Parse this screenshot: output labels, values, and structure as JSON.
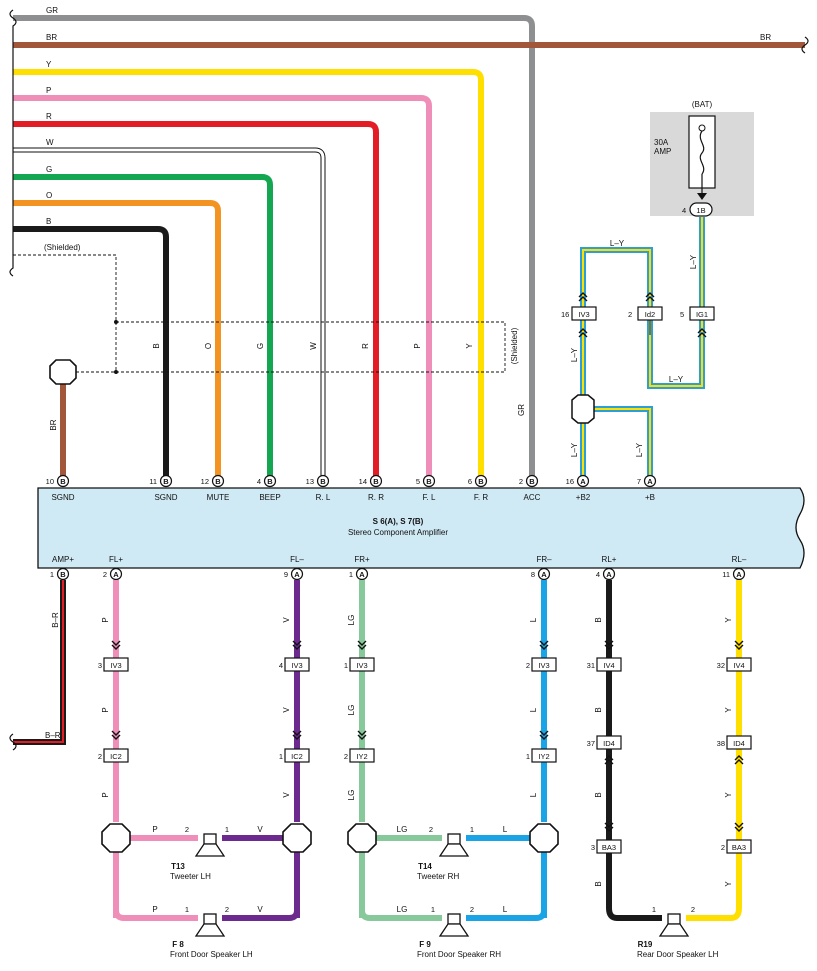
{
  "colors": {
    "GR": "#8e8f91",
    "BR": "#a2573b",
    "Y": "#ffdf00",
    "P": "#ef8eb8",
    "R": "#e31d25",
    "W": "#ffffff",
    "G": "#14a650",
    "O": "#f39322",
    "B": "#1a1a1a",
    "V": "#6d2a8e",
    "LG": "#88c99b",
    "L": "#1aa3e5",
    "LY": "#2b9fd8",
    "amp_fill": "#cfe9f5",
    "fuse_box": "#d9d9da"
  },
  "left_wires": [
    {
      "code": "GR",
      "label": "GR",
      "right_label": ""
    },
    {
      "code": "BR",
      "label": "BR",
      "right_label": "BR"
    },
    {
      "code": "Y",
      "label": "Y",
      "right_label": ""
    },
    {
      "code": "P",
      "label": "P",
      "right_label": ""
    },
    {
      "code": "R",
      "label": "R",
      "right_label": ""
    },
    {
      "code": "W",
      "label": "W",
      "right_label": ""
    },
    {
      "code": "G",
      "label": "G",
      "right_label": ""
    },
    {
      "code": "O",
      "label": "O",
      "right_label": ""
    },
    {
      "code": "B",
      "label": "B",
      "right_label": ""
    }
  ],
  "shielded_label": "(Shielded)",
  "shield_side_label": "(Shielded)",
  "vertical_wire_labels": [
    "BR",
    "B",
    "O",
    "G",
    "W",
    "R",
    "P",
    "Y",
    "GR"
  ],
  "amplifier": {
    "title": "S 6(A), S 7(B)",
    "subtitle": "Stereo Component Amplifier",
    "top_pins": [
      {
        "num": "10",
        "conn": "B",
        "name": "SGND"
      },
      {
        "num": "11",
        "conn": "B",
        "name": "SGND"
      },
      {
        "num": "12",
        "conn": "B",
        "name": "MUTE"
      },
      {
        "num": "4",
        "conn": "B",
        "name": "BEEP"
      },
      {
        "num": "13",
        "conn": "B",
        "name": "R. L"
      },
      {
        "num": "14",
        "conn": "B",
        "name": "R. R"
      },
      {
        "num": "5",
        "conn": "B",
        "name": "F. L"
      },
      {
        "num": "6",
        "conn": "B",
        "name": "F. R"
      },
      {
        "num": "2",
        "conn": "B",
        "name": "ACC"
      },
      {
        "num": "16",
        "conn": "A",
        "name": "+B2"
      },
      {
        "num": "7",
        "conn": "A",
        "name": "+B"
      }
    ],
    "bottom_pins": [
      {
        "num": "1",
        "conn": "B",
        "name": "AMP+"
      },
      {
        "num": "2",
        "conn": "A",
        "name": "FL+"
      },
      {
        "num": "9",
        "conn": "A",
        "name": "FL–"
      },
      {
        "num": "1",
        "conn": "A",
        "name": "FR+"
      },
      {
        "num": "8",
        "conn": "A",
        "name": "FR–"
      },
      {
        "num": "4",
        "conn": "A",
        "name": "RL+"
      },
      {
        "num": "11",
        "conn": "A",
        "name": "RL–"
      }
    ]
  },
  "power": {
    "bat_label": "(BAT)",
    "fuse_amp": "30A",
    "fuse_unit": "AMP",
    "fuse_pin": "4",
    "fuse_conn": "1B",
    "wire_label": "L–Y",
    "connectors": [
      {
        "pin": "16",
        "name": "IV3"
      },
      {
        "pin": "2",
        "name": "Id2"
      },
      {
        "pin": "5",
        "name": "IG1"
      }
    ]
  },
  "amp_plus_wire": "B–R",
  "amp_plus_wire_vertical": "B–R",
  "channels": [
    {
      "wire": "P",
      "c1": {
        "pin": "3",
        "name": "IV3"
      },
      "c2": {
        "pin": "2",
        "name": "IC2"
      }
    },
    {
      "wire": "V",
      "c1": {
        "pin": "4",
        "name": "IV3"
      },
      "c2": {
        "pin": "1",
        "name": "IC2"
      }
    },
    {
      "wire": "LG",
      "c1": {
        "pin": "1",
        "name": "IV3"
      },
      "c2": {
        "pin": "2",
        "name": "IY2"
      }
    },
    {
      "wire": "L",
      "c1": {
        "pin": "2",
        "name": "IV3"
      },
      "c2": {
        "pin": "1",
        "name": "IY2"
      }
    },
    {
      "wire": "B",
      "c1": {
        "pin": "31",
        "name": "IV4"
      },
      "c2": {
        "pin": "37",
        "name": "ID4"
      },
      "c3": {
        "pin": "3",
        "name": "BA3"
      }
    },
    {
      "wire": "Y",
      "c1": {
        "pin": "32",
        "name": "IV4"
      },
      "c2": {
        "pin": "38",
        "name": "ID4"
      },
      "c3": {
        "pin": "2",
        "name": "BA3"
      }
    }
  ],
  "speakers": [
    {
      "id": "T13",
      "name": "Tweeter LH",
      "pin1": "2",
      "pin2": "1",
      "wire1": "P",
      "wire2": "V"
    },
    {
      "id": "F 8",
      "name": "Front Door Speaker LH",
      "pin1": "1",
      "pin2": "2",
      "wire1": "P",
      "wire2": "V"
    },
    {
      "id": "T14",
      "name": "Tweeter RH",
      "pin1": "2",
      "pin2": "1",
      "wire1": "LG",
      "wire2": "L"
    },
    {
      "id": "F 9",
      "name": "Front Door Speaker RH",
      "pin1": "1",
      "pin2": "2",
      "wire1": "LG",
      "wire2": "L"
    },
    {
      "id": "R19",
      "name": "Rear Door Speaker LH",
      "pin1": "1",
      "pin2": "2",
      "wire1": "",
      "wire2": ""
    }
  ]
}
